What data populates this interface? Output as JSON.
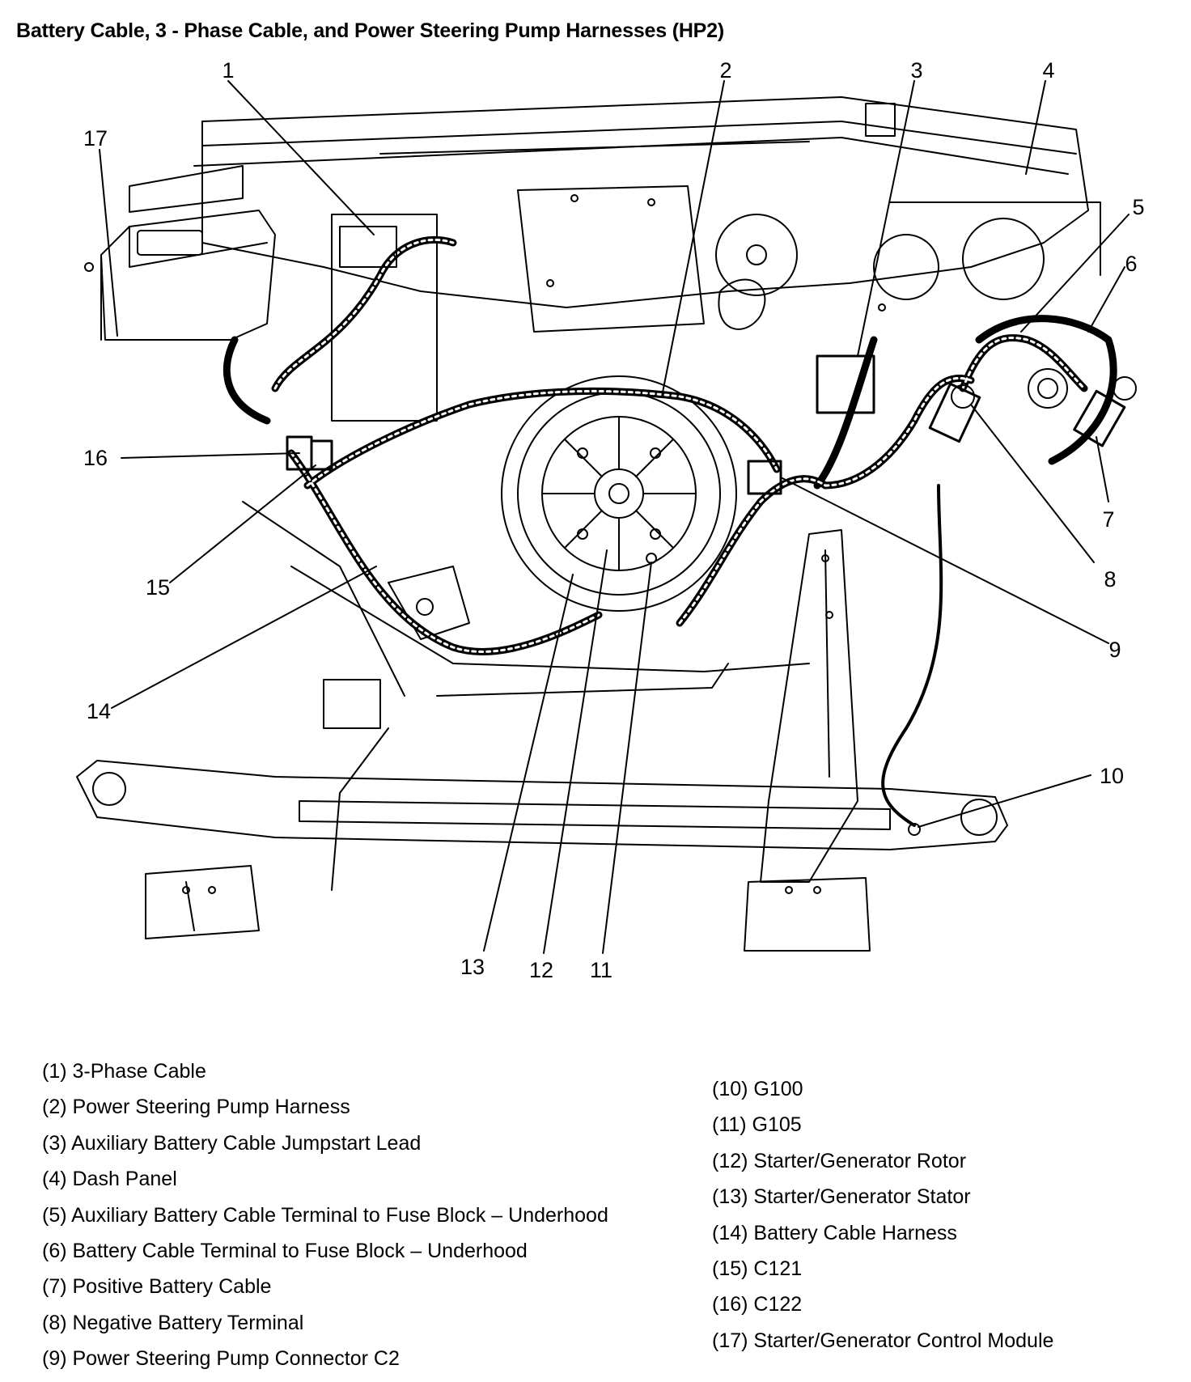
{
  "title": "Battery Cable, 3 - Phase Cable, and Power Steering Pump Harnesses (HP2)",
  "callout_numbers": [
    "1",
    "2",
    "3",
    "4",
    "5",
    "6",
    "7",
    "8",
    "9",
    "10",
    "11",
    "12",
    "13",
    "14",
    "15",
    "16",
    "17"
  ],
  "legend_left": [
    "(1) 3-Phase Cable",
    "(2) Power Steering Pump Harness",
    "(3) Auxiliary Battery Cable Jumpstart Lead",
    "(4) Dash Panel",
    "(5) Auxiliary Battery Cable Terminal to Fuse Block – Underhood",
    "(6) Battery Cable Terminal to Fuse Block – Underhood",
    "(7) Positive Battery Cable",
    "(8) Negative Battery Terminal",
    "(9) Power Steering Pump Connector C2"
  ],
  "legend_right": [
    "(10) G100",
    "(11) G105",
    "(12) Starter/Generator Rotor",
    "(13) Starter/Generator Stator",
    "(14) Battery Cable Harness",
    "(15) C121",
    "(16) C122",
    "(17) Starter/Generator Control Module"
  ]
}
